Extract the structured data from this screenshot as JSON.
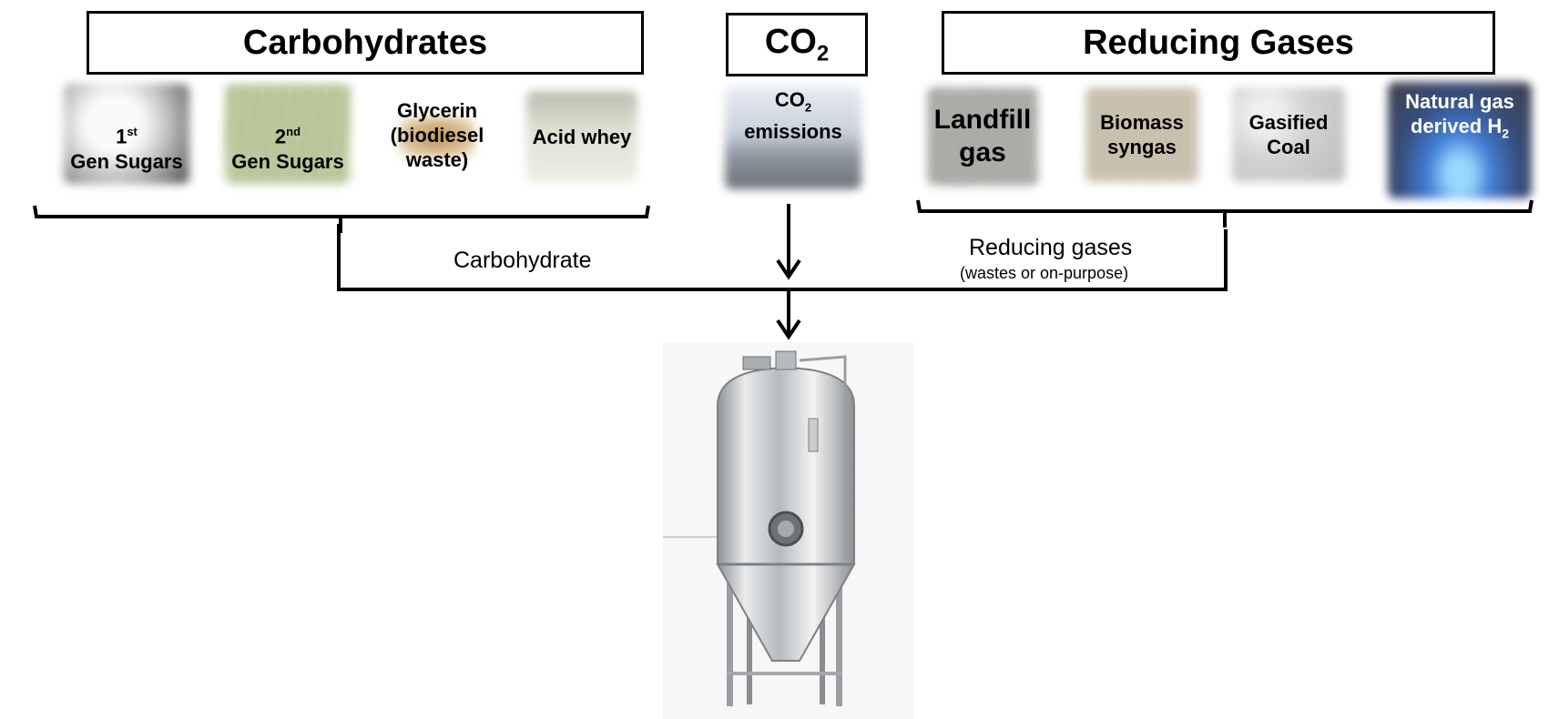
{
  "headers": {
    "carbohydrates": "Carbohydrates",
    "co2": "CO",
    "co2_sub": "2",
    "reducing_gases": "Reducing Gases"
  },
  "tiles": {
    "first_gen": {
      "sup_num": "1",
      "sup": "st",
      "line2": "Gen Sugars"
    },
    "second_gen": {
      "sup_num": "2",
      "sup": "nd",
      "line2": "Gen Sugars"
    },
    "glycerin": {
      "line1": "Glycerin",
      "line2": "(biodiesel",
      "line3": "waste)"
    },
    "acid_whey": {
      "line1": "Acid whey"
    },
    "co2_emissions": {
      "line1": "CO",
      "sub": "2",
      "line2": "emissions"
    },
    "landfill": {
      "line1": "Landfill",
      "line2": "gas"
    },
    "biomass": {
      "line1": "Biomass",
      "line2": "syngas"
    },
    "coal": {
      "line1": "Gasified",
      "line2": "Coal"
    },
    "natural_gas": {
      "line1": "Natural gas",
      "line2": "derived H",
      "sub": "2"
    }
  },
  "flow_labels": {
    "carbohydrate": "Carbohydrate",
    "reducing_gases": "Reducing gases",
    "reducing_gases_note": "(wastes or on-purpose)"
  },
  "colors": {
    "sugar_bg": "#4a4a4a",
    "cane_bg": "#9fb27a",
    "glycerin_bg": "#c9a46a",
    "whey_bg": "#c8cbb5",
    "emissions_bg": "#a9b3c0",
    "landfill_bg": "#9a9d9a",
    "biomass_bg": "#c4bcaa",
    "coal_bg": "#c9c9c9",
    "gas_bg": "#2a4d9a"
  }
}
